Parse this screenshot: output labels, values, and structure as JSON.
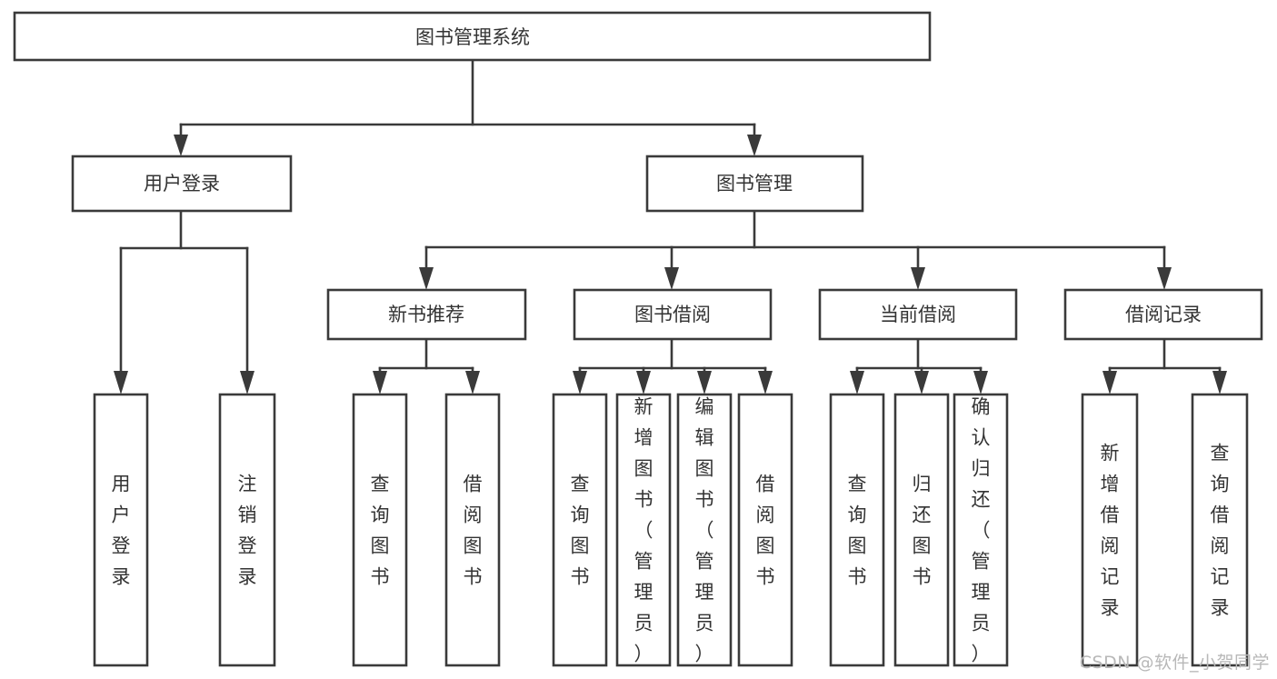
{
  "diagram": {
    "type": "tree-hierarchy",
    "orientation": "top-down",
    "root": {
      "id": "root",
      "label": "图书管理系统"
    },
    "level2": [
      {
        "id": "user-login",
        "label": "用户登录"
      },
      {
        "id": "book-management",
        "label": "图书管理"
      }
    ],
    "level3": [
      {
        "id": "new-book-recommend",
        "label": "新书推荐",
        "parent": "book-management"
      },
      {
        "id": "book-borrow",
        "label": "图书借阅",
        "parent": "book-management"
      },
      {
        "id": "current-borrow",
        "label": "当前借阅",
        "parent": "book-management"
      },
      {
        "id": "borrow-record",
        "label": "借阅记录",
        "parent": "book-management"
      }
    ],
    "leaves": [
      {
        "id": "leaf-user-login",
        "label": "用户登录",
        "parent": "user-login"
      },
      {
        "id": "leaf-logout-login",
        "label": "注销登录",
        "parent": "user-login"
      },
      {
        "id": "leaf-query-book-1",
        "label": "查询图书",
        "parent": "new-book-recommend"
      },
      {
        "id": "leaf-borrow-book-1",
        "label": "借阅图书",
        "parent": "new-book-recommend"
      },
      {
        "id": "leaf-query-book-2",
        "label": "查询图书",
        "parent": "book-borrow"
      },
      {
        "id": "leaf-add-book",
        "label": "新增图书（管理员）",
        "parent": "book-borrow"
      },
      {
        "id": "leaf-edit-book",
        "label": "编辑图书（管理员）",
        "parent": "book-borrow"
      },
      {
        "id": "leaf-borrow-book-2",
        "label": "借阅图书",
        "parent": "book-borrow"
      },
      {
        "id": "leaf-query-book-3",
        "label": "查询图书",
        "parent": "current-borrow"
      },
      {
        "id": "leaf-return-book",
        "label": "归还图书",
        "parent": "current-borrow"
      },
      {
        "id": "leaf-confirm-return",
        "label": "确认归还（管理员）",
        "parent": "current-borrow"
      },
      {
        "id": "leaf-add-record",
        "label": "新增借阅记录",
        "parent": "borrow-record"
      },
      {
        "id": "leaf-query-record",
        "label": "查询借阅记录",
        "parent": "borrow-record"
      }
    ],
    "colors": {
      "stroke": "#3a3a3a",
      "fill": "#ffffff",
      "text": "#333333",
      "background": "#ffffff",
      "watermark": "#b8b8b8"
    }
  },
  "watermark": {
    "text": "CSDN @软件_小贺同学"
  }
}
